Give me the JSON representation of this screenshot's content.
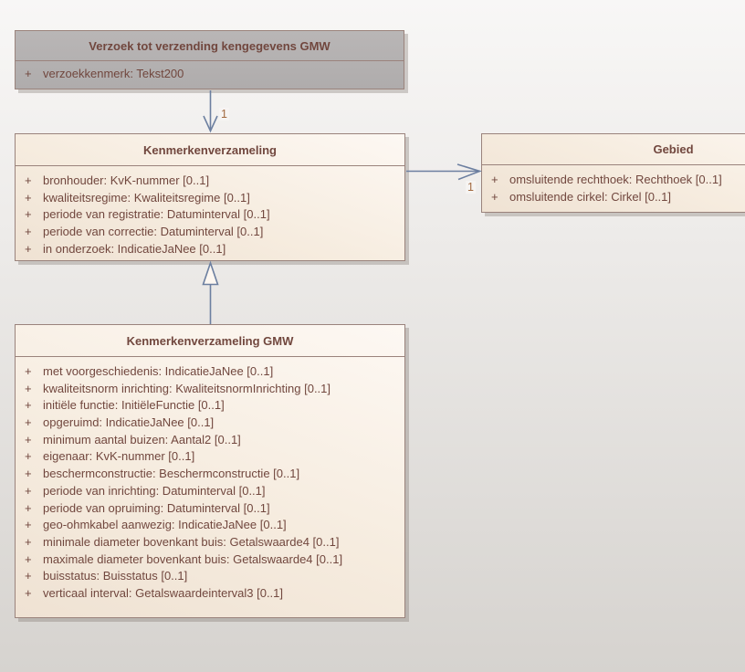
{
  "diagram": {
    "type": "uml-class-diagram",
    "classes": [
      {
        "name": "verzoek-tot-verzending-kengegevens-gmw",
        "title": "Verzoek tot verzending kengegevens GMW",
        "attributes": [
          {
            "visibility": "+",
            "text": "verzoekkenmerk: Tekst200"
          }
        ]
      },
      {
        "name": "kenmerkenverzameling",
        "title": "Kenmerkenverzameling",
        "attributes": [
          {
            "visibility": "+",
            "text": "bronhouder: KvK-nummer [0..1]"
          },
          {
            "visibility": "+",
            "text": "kwaliteitsregime: Kwaliteitsregime [0..1]"
          },
          {
            "visibility": "+",
            "text": "periode van registratie: Datuminterval [0..1]"
          },
          {
            "visibility": "+",
            "text": "periode van correctie: Datuminterval [0..1]"
          },
          {
            "visibility": "+",
            "text": "in onderzoek: IndicatieJaNee [0..1]"
          }
        ]
      },
      {
        "name": "gebied",
        "title": "Gebied",
        "attributes": [
          {
            "visibility": "+",
            "text": "omsluitende rechthoek: Rechthoek [0..1]"
          },
          {
            "visibility": "+",
            "text": "omsluitende cirkel: Cirkel [0..1]"
          }
        ]
      },
      {
        "name": "kenmerkenverzameling-gmw",
        "title": "Kenmerkenverzameling GMW",
        "attributes": [
          {
            "visibility": "+",
            "text": "met voorgeschiedenis: IndicatieJaNee [0..1]"
          },
          {
            "visibility": "+",
            "text": "kwaliteitsnorm inrichting: KwaliteitsnormInrichting [0..1]"
          },
          {
            "visibility": "+",
            "text": "initiële functie: InitiëleFunctie [0..1]"
          },
          {
            "visibility": "+",
            "text": "opgeruimd: IndicatieJaNee [0..1]"
          },
          {
            "visibility": "+",
            "text": "minimum aantal buizen: Aantal2 [0..1]"
          },
          {
            "visibility": "+",
            "text": "eigenaar: KvK-nummer [0..1]"
          },
          {
            "visibility": "+",
            "text": "beschermconstructie: Beschermconstructie [0..1]"
          },
          {
            "visibility": "+",
            "text": "periode van inrichting: Datuminterval [0..1]"
          },
          {
            "visibility": "+",
            "text": "periode van opruiming: Datuminterval [0..1]"
          },
          {
            "visibility": "+",
            "text": "geo-ohmkabel aanwezig: IndicatieJaNee [0..1]"
          },
          {
            "visibility": "+",
            "text": "minimale diameter bovenkant buis: Getalswaarde4 [0..1]"
          },
          {
            "visibility": "+",
            "text": "maximale diameter bovenkant buis: Getalswaarde4 [0..1]"
          },
          {
            "visibility": "+",
            "text": "buisstatus: Buisstatus [0..1]"
          },
          {
            "visibility": "+",
            "text": "verticaal interval: Getalswaardeinterval3 [0..1]"
          }
        ]
      }
    ],
    "connectors": [
      {
        "name": "verzoek-to-kenmerkenverzameling",
        "type": "directed-association",
        "target_multiplicity": "1"
      },
      {
        "name": "kenmerkenverzameling-to-gebied",
        "type": "directed-association",
        "target_multiplicity": "1"
      },
      {
        "name": "kenmerkenverzameling-gmw-generalization",
        "type": "generalization"
      }
    ],
    "colors": {
      "class_fill_top": "#fdf8f3",
      "class_fill_bottom": "#efe2d3",
      "highlighted_class_fill": "#b4b1b1",
      "class_border": "#9a837c",
      "class_text": "#71473e",
      "connector_line": "#6c7fa0",
      "multiplicity_text": "#a26a40",
      "background_top": "#f8f7f6",
      "background_bottom": "#d6d3cf"
    }
  }
}
